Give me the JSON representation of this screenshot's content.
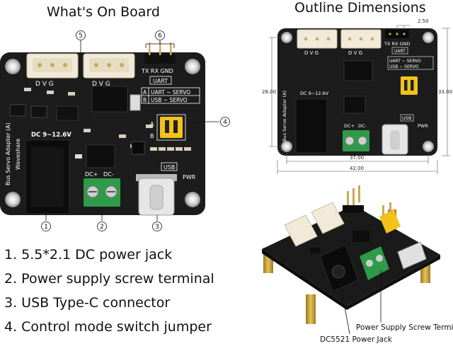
{
  "titles": {
    "left": "What's On Board",
    "right": "Outline Dimensions"
  },
  "legend": [
    "1. 5.5*2.1 DC power jack",
    "2. Power supply screw terminal",
    "3. USB Type-C connector",
    "4. Control mode switch jumper"
  ],
  "markers": [
    "1",
    "2",
    "3",
    "4",
    "5",
    "6"
  ],
  "board": {
    "servo_pins": "D  V  G",
    "uart_pins": "TX RX GND",
    "uart_label": "UART",
    "mode_a": "UART ~ SERVO",
    "mode_b": "USB ~ SERVO",
    "mode_a_letter": "A",
    "mode_b_letter": "B",
    "dc_label": "DC 9~12.6V",
    "name": "Bus Servo Adapter (A)",
    "brand": "Waveshare",
    "usb_label": "USB",
    "pwr_label": "PWR",
    "dc_plus": "DC+",
    "dc_minus": "DC-"
  },
  "dimensions": {
    "pin_pitch": "2.50",
    "height_inner": "28.00",
    "height_outer": "33.00",
    "width_inner": "37.00",
    "width_outer": "42.00"
  },
  "photo_callouts": {
    "terminal": "Power Supply Screw Terminal",
    "jack": "DC5521 Power Jack"
  },
  "colors": {
    "pcb": "#1c1c1c",
    "header": "#f1ead8",
    "terminal": "#2e9a4a",
    "jumper": "#f3c21b",
    "brass": "#c8a23a"
  }
}
